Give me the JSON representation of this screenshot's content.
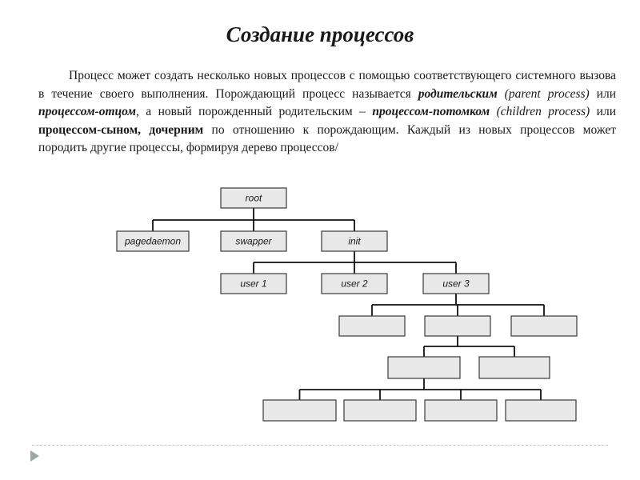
{
  "slide": {
    "title": "Создание процессов",
    "paragraph": [
      {
        "text": "Процесс может создать несколько новых процессов с помощью соответствующего системного вызова в течение своего выполнения. Порождающий процесс называется ",
        "style": "normal"
      },
      {
        "text": "родительским",
        "style": "bold-italic"
      },
      {
        "text": " (parent process)",
        "style": "italic"
      },
      {
        "text": " или ",
        "style": "normal"
      },
      {
        "text": "процессом-отцом",
        "style": "bold-italic"
      },
      {
        "text": ", а новый порожденный родительским – ",
        "style": "normal"
      },
      {
        "text": "процессом-потомком",
        "style": "bold-italic"
      },
      {
        "text": " (children process)",
        "style": "italic"
      },
      {
        "text": " или ",
        "style": "normal"
      },
      {
        "text": "процессом-сыном, дочерним",
        "style": "bold"
      },
      {
        "text": " по отношению к порождающим. Каждый из новых процессов может породить другие процессы, формируя дерево процессов/",
        "style": "normal"
      }
    ]
  },
  "tree": {
    "nodes": [
      {
        "id": "root",
        "label": "root",
        "level": 0
      },
      {
        "id": "pagedaemon",
        "label": "pagedaemon",
        "level": 1,
        "parent": "root"
      },
      {
        "id": "swapper",
        "label": "swapper",
        "level": 1,
        "parent": "root"
      },
      {
        "id": "init",
        "label": "init",
        "level": 1,
        "parent": "root"
      },
      {
        "id": "user1",
        "label": "user 1",
        "level": 2,
        "parent": "init"
      },
      {
        "id": "user2",
        "label": "user 2",
        "level": 2,
        "parent": "init"
      },
      {
        "id": "user3",
        "label": "user 3",
        "level": 2,
        "parent": "init"
      },
      {
        "id": "c31",
        "label": "",
        "level": 3,
        "parent": "user3"
      },
      {
        "id": "c32",
        "label": "",
        "level": 3,
        "parent": "user3"
      },
      {
        "id": "c33",
        "label": "",
        "level": 3,
        "parent": "user3"
      },
      {
        "id": "c41",
        "label": "",
        "level": 4,
        "parent": "c32"
      },
      {
        "id": "c42",
        "label": "",
        "level": 4,
        "parent": "c32"
      },
      {
        "id": "c51",
        "label": "",
        "level": 5,
        "parent": "c41"
      },
      {
        "id": "c52",
        "label": "",
        "level": 5,
        "parent": "c41"
      },
      {
        "id": "c53",
        "label": "",
        "level": 5,
        "parent": "c41"
      },
      {
        "id": "c54",
        "label": "",
        "level": 5,
        "parent": "c41"
      }
    ]
  },
  "icons": {
    "nav": "play-arrow-icon"
  }
}
